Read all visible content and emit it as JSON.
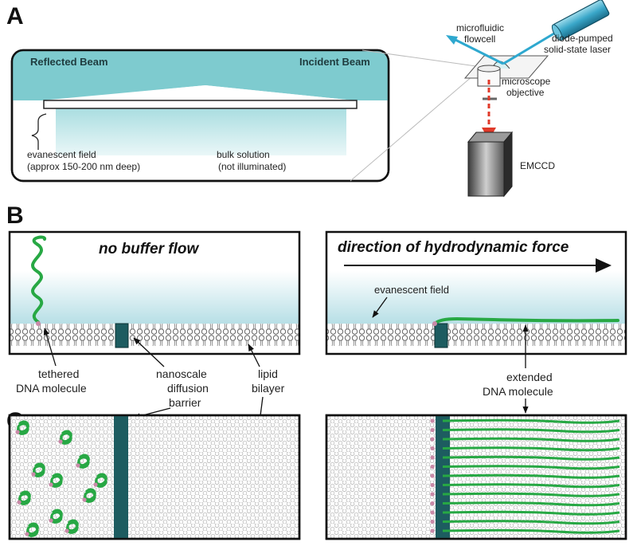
{
  "panels": {
    "a": {
      "letter": "A",
      "reflected_beam": "Reflected Beam",
      "incident_beam": "Incident Beam",
      "evanescent_field": [
        "evanescent field",
        "(approx 150-200 nm deep)"
      ],
      "bulk_solution": [
        "bulk solution",
        "(not illuminated)"
      ],
      "microfluidic_flowcell": [
        "microfluidic",
        "flowcell"
      ],
      "laser": [
        "diode-pumped",
        "solid-state laser"
      ],
      "objective": [
        "microscope",
        "objective"
      ],
      "emccd": "EMCCD"
    },
    "b": {
      "letter": "B",
      "no_flow": "no buffer flow",
      "force_direction": "direction of hydrodynamic force",
      "evanescent_field": "evanescent field",
      "tethered_dna": [
        "tethered",
        "DNA molecule"
      ],
      "barrier": [
        "nanoscale",
        "diffusion",
        "barrier"
      ],
      "lipid_bilayer": [
        "lipid",
        "bilayer"
      ],
      "extended_dna": [
        "extended",
        "DNA molecule"
      ]
    },
    "c": {
      "letter": "C"
    }
  },
  "colors": {
    "beam": "#7ecbcf",
    "evanescent": "#bde3e6",
    "barrier": "#1d5c60",
    "dna": "#27a844",
    "tether": "#c98aa8",
    "laser_red": "#e03a2a",
    "laser_blue": "#2ea8cf"
  }
}
